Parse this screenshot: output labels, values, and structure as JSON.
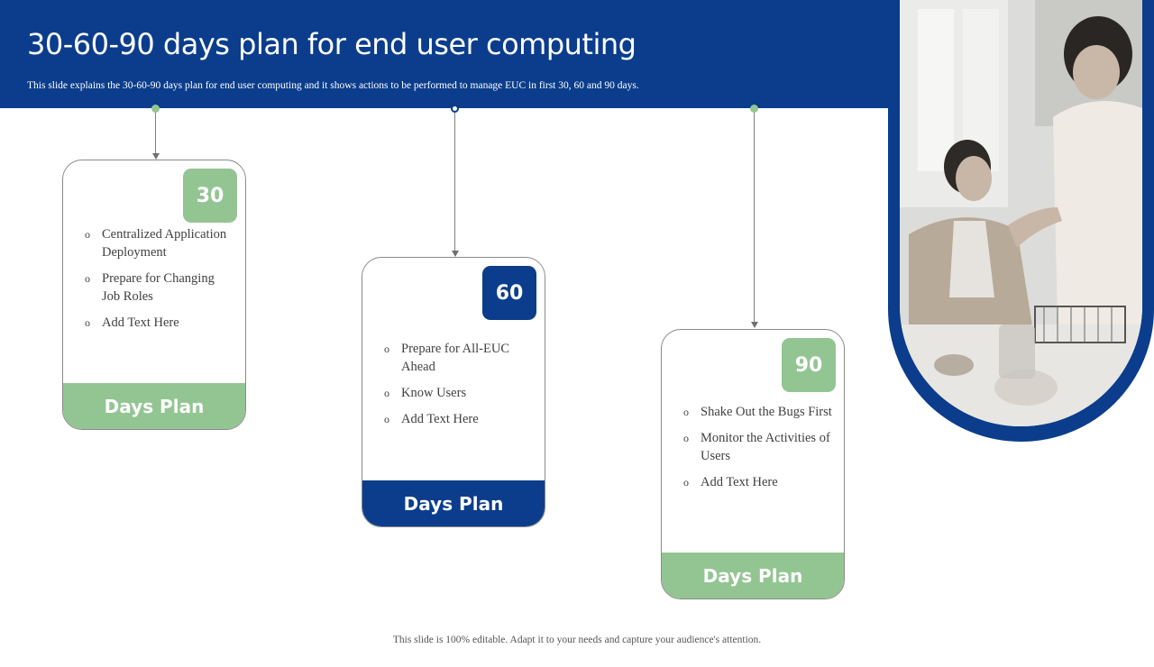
{
  "header": {
    "title": "30-60-90 days plan for end user computing",
    "subtitle": "This slide explains the 30-60-90  days plan for end user computing and it shows actions to be performed to manage EUC in first 30, 60 and 90 days."
  },
  "colors": {
    "primary": "#0b3d8c",
    "accent": "#93c593"
  },
  "cards": [
    {
      "badge": "30",
      "items": [
        "Centralized Application Deployment",
        "Prepare for Changing Job Roles",
        "Add Text Here"
      ],
      "footer": "Days Plan"
    },
    {
      "badge": "60",
      "items": [
        "Prepare for All-EUC Ahead",
        "Know Users",
        "Add Text Here"
      ],
      "footer": "Days Plan"
    },
    {
      "badge": "90",
      "items": [
        "Shake Out the Bugs First",
        "Monitor the Activities of Users",
        "Add Text Here"
      ],
      "footer": "Days Plan"
    }
  ],
  "bullet_glyph": "o",
  "footer_note": "This slide is 100% editable. Adapt it to your needs and capture your audience's attention."
}
